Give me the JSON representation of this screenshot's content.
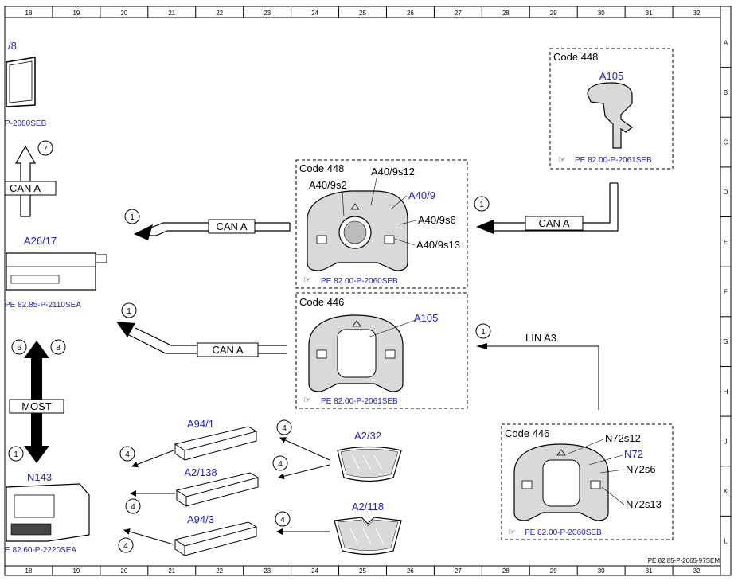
{
  "grid": {
    "columns": [
      "18",
      "19",
      "20",
      "21",
      "22",
      "23",
      "24",
      "25",
      "26",
      "27",
      "28",
      "29",
      "30",
      "31",
      "32"
    ],
    "rows": [
      "A",
      "B",
      "C",
      "D",
      "E",
      "F",
      "G",
      "H",
      "J",
      "K",
      "L"
    ]
  },
  "footer_ref": "PE 82.85-P-2065-97SEM",
  "colors": {
    "blue": "#1a1ad6",
    "black": "#000000",
    "dash": "#000000"
  },
  "components": {
    "a40_8": {
      "label": "/8",
      "ref": "P-2080SEB"
    },
    "a26_17": {
      "label": "A26/17",
      "ref": "PE 82.85-P-2110SEA"
    },
    "n143": {
      "label": "N143",
      "ref": "E 82.60-P-2220SEA"
    },
    "code448_console": {
      "code": "Code 448",
      "labels": [
        "A40/9s12",
        "A40/9s2",
        "A40/9",
        "A40/9s6",
        "A40/9s13"
      ],
      "ref": "PE 82.00-P-2060SEB"
    },
    "code446_console": {
      "code": "Code 446",
      "label": "A105",
      "ref": "PE 82.00-P-2061SEB"
    },
    "code448_selector": {
      "code": "Code 448",
      "label": "A105",
      "ref": "PE 82.00-P-2061SEB"
    },
    "code446_n72": {
      "code": "Code 446",
      "labels": [
        "N72s12",
        "N72",
        "N72s6",
        "N72s13"
      ],
      "ref": "PE 82.00-P-2060SEB"
    },
    "antenna_amps": [
      "A94/1",
      "A2/138",
      "A94/3"
    ],
    "windows": [
      "A2/32",
      "A2/118"
    ]
  },
  "buses": {
    "can_a": "CAN A",
    "lin": "LIN A3",
    "most": "MOST"
  },
  "callouts": {
    "c7": "7",
    "c1": "1",
    "c6": "6",
    "c8": "8",
    "c4": "4"
  }
}
